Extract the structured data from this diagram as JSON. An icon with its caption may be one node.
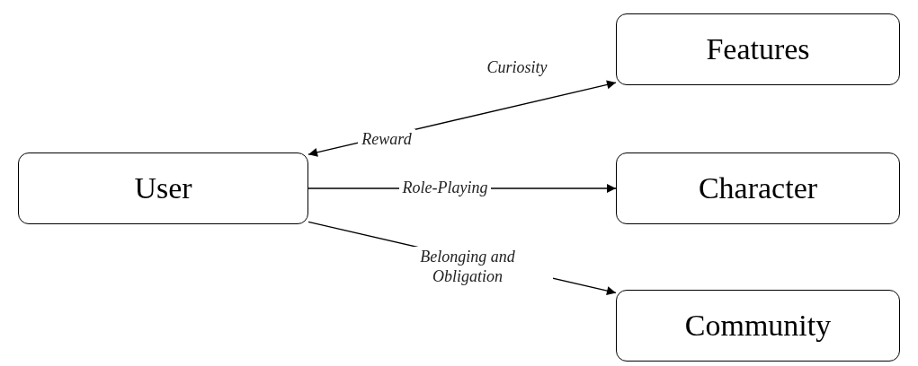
{
  "diagram": {
    "nodes": [
      {
        "text": [
          "User"
        ]
      },
      {
        "text": [
          "Features"
        ]
      },
      {
        "text": [
          "Character"
        ]
      },
      {
        "text": [
          "Community"
        ]
      }
    ],
    "edges": [
      {
        "from": 0,
        "to": 1,
        "arrow": "both",
        "label": "Curiosity"
      },
      {
        "from": 0,
        "to": 2,
        "arrow": "to",
        "label": "Role-Playing"
      },
      {
        "from": 0,
        "to": 3,
        "arrow": "to",
        "label": "Belonging and Obligation"
      }
    ],
    "labels": [
      "Reward"
    ]
  }
}
